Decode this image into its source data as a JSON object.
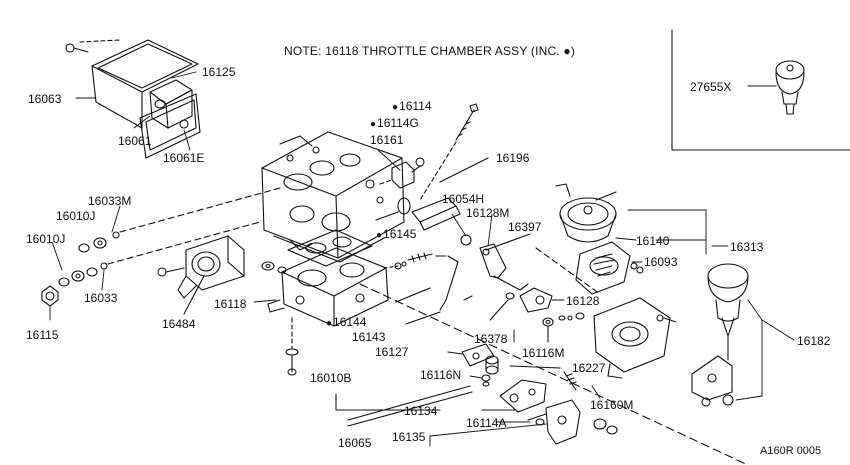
{
  "note": "NOTE: 16118 THROTTLE CHAMBER ASSY (INC. ●)",
  "reference_code": "A160R 0005",
  "labels": {
    "p16125": "16125",
    "p16063": "16063",
    "p16061": "16061",
    "p16061E": "16061E",
    "p16114": "16114",
    "p16114G": "16114G",
    "p16161": "16161",
    "p16196": "16196",
    "p16054H": "16054H",
    "p16128M": "16128M",
    "p16397": "16397",
    "p16145": "16145",
    "p16033M": "16033M",
    "p16010J_a": "16010J",
    "p16010J_b": "16010J",
    "p16033": "16033",
    "p16115": "16115",
    "p16484": "16484",
    "p16118": "16118",
    "p16144": "16144",
    "p16143": "16143",
    "p16127": "16127",
    "p16378": "16378",
    "p16128": "16128",
    "p16116M": "16116M",
    "p16116N": "16116N",
    "p16227": "16227",
    "p16010B": "16010B",
    "p16134": "16134",
    "p16160M": "16160M",
    "p16065": "16065",
    "p16135": "16135",
    "p16114A": "16114A",
    "p16140": "16140",
    "p16093": "16093",
    "p16313": "16313",
    "p16182": "16182",
    "p27655X": "27655X"
  }
}
